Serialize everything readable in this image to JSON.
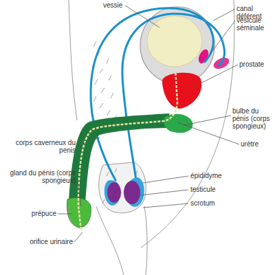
{
  "diagram": {
    "labels": [
      "vessie",
      "canal déférent",
      "vésicule séminale",
      "prostate",
      "bulbe du pénis (corps spongieux)",
      "urètre",
      "corps caverneux du penis",
      "gland du pénis (corps spongieux)",
      "prépuce",
      "orifice urinaire",
      "épididyme",
      "testicule",
      "scrotum"
    ]
  }
}
